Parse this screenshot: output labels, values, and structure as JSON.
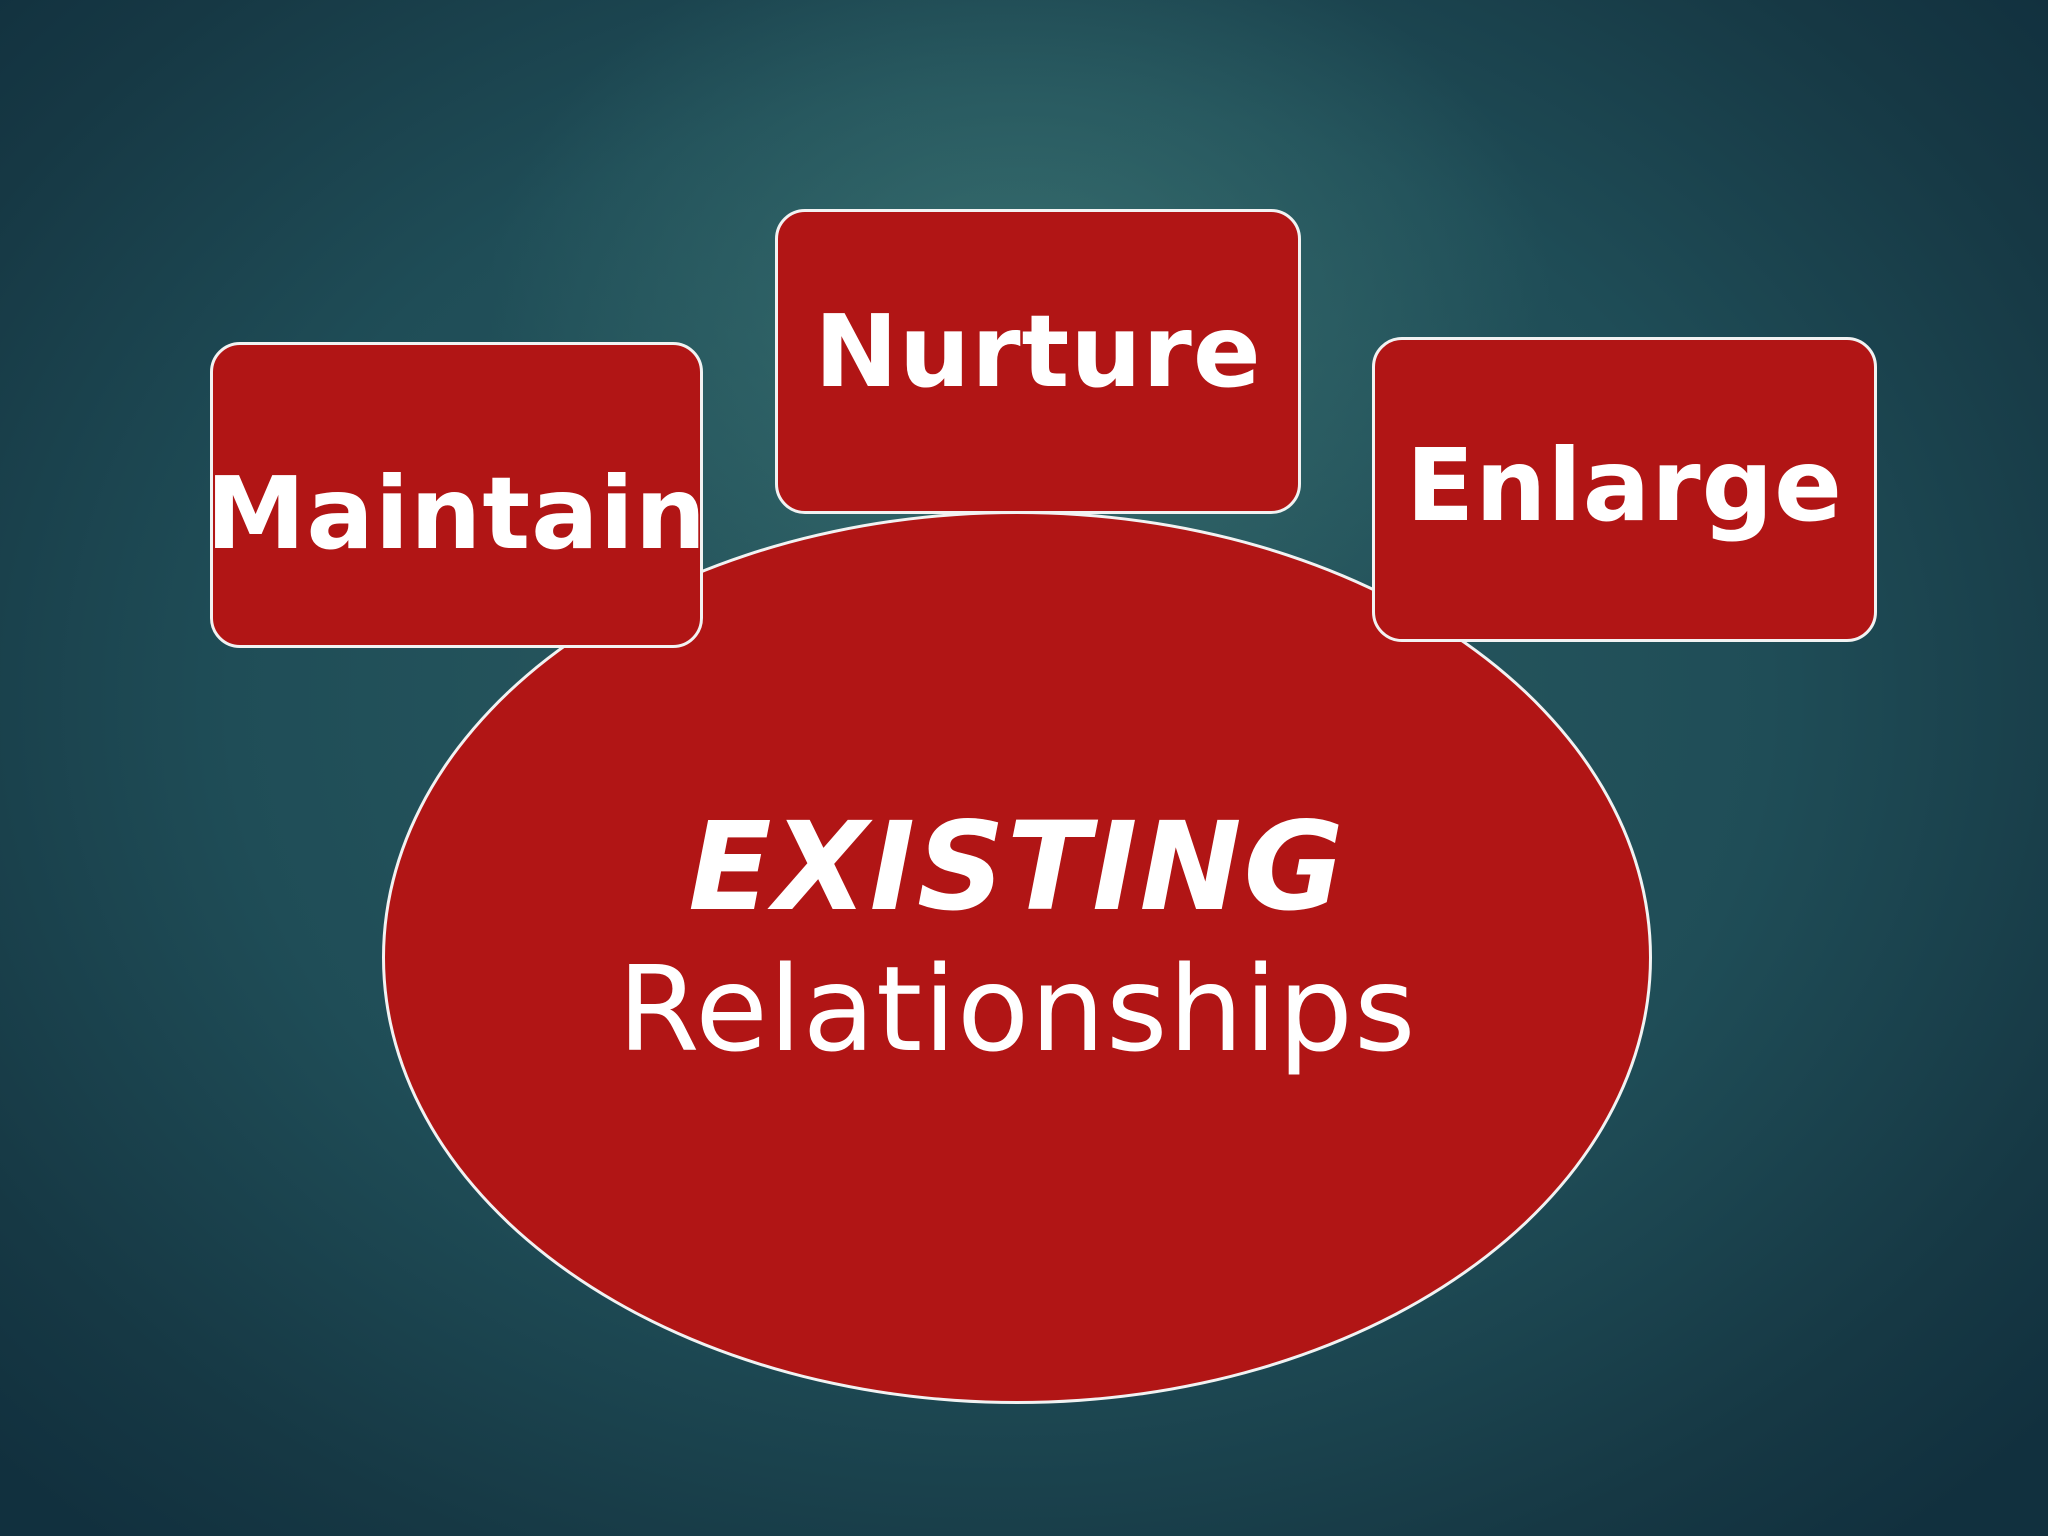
{
  "diagram": {
    "center": {
      "title": "EXISTING",
      "subtitle": "Relationships"
    },
    "boxes": [
      {
        "label": "Maintain"
      },
      {
        "label": "Nurture"
      },
      {
        "label": "Enlarge"
      }
    ]
  },
  "colors": {
    "background": "#1f4c56",
    "shape_fill": "#b11515",
    "outline": "#f2f2f2",
    "text": "#ffffff"
  }
}
